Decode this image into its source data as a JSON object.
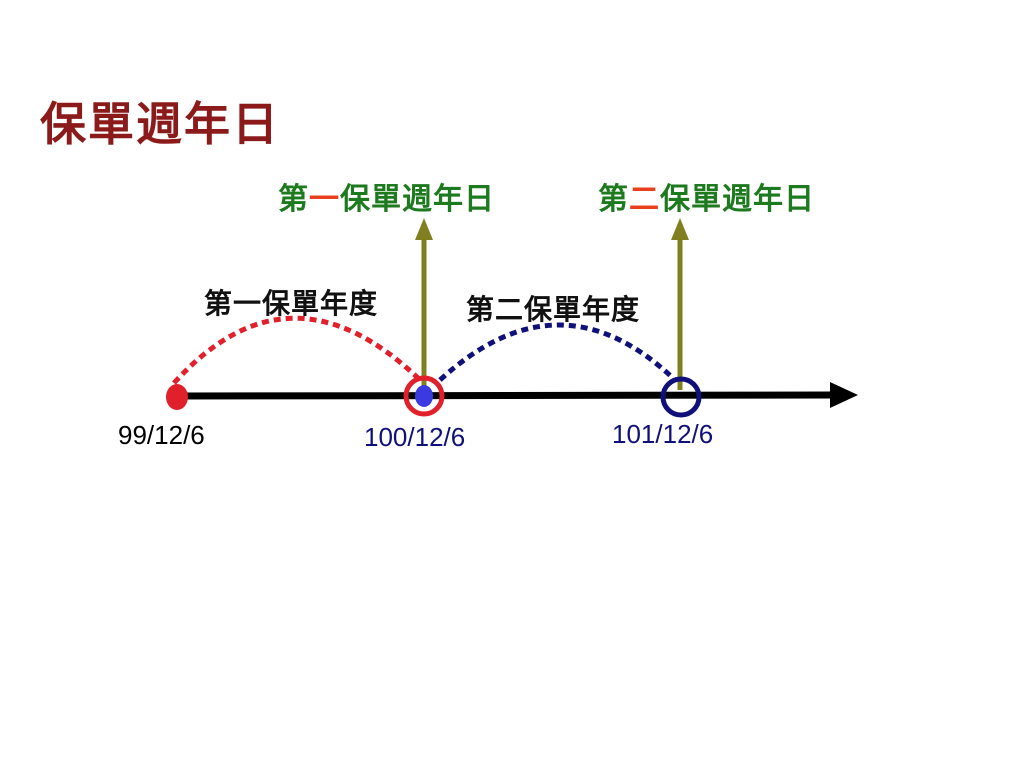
{
  "slide": {
    "title": "保單週年日"
  },
  "anniversaries": [
    {
      "prefix": "第",
      "number": "一",
      "suffix": "保單週年日"
    },
    {
      "prefix": "第",
      "number": "二",
      "suffix": "保單週年日"
    }
  ],
  "policy_years": [
    {
      "label": "第一保單年度"
    },
    {
      "label": "第二保單年度"
    }
  ],
  "dates": [
    {
      "label": "99/12/6"
    },
    {
      "label": "100/12/6"
    },
    {
      "label": "101/12/6"
    }
  ],
  "colors": {
    "title": "#8b1a1a",
    "anniversary_text": "#1e7a1e",
    "anniversary_number": "#e8401c",
    "arrow": "#808020",
    "first_year_arc": "#e0202a",
    "second_year_arc": "#10107a",
    "timeline": "#000000",
    "start_dot": "#e0202a",
    "mid_ring": "#e0202a",
    "mid_dot": "#3a3ae0",
    "end_ring": "#10107a",
    "date_black": "#000000",
    "date_blue": "#10107a"
  }
}
